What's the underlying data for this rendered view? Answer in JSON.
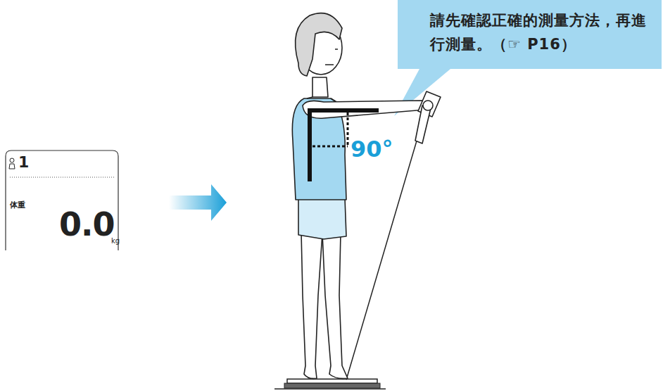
{
  "diagram": {
    "nodes": [
      {
        "text": [
          "請先確認正確的測量方法，再進行測量。（☞ P16）"
        ]
      },
      {
        "text": [
          "1",
          "体重",
          "0.0",
          "kg"
        ]
      }
    ],
    "labels": [
      "90°"
    ]
  }
}
